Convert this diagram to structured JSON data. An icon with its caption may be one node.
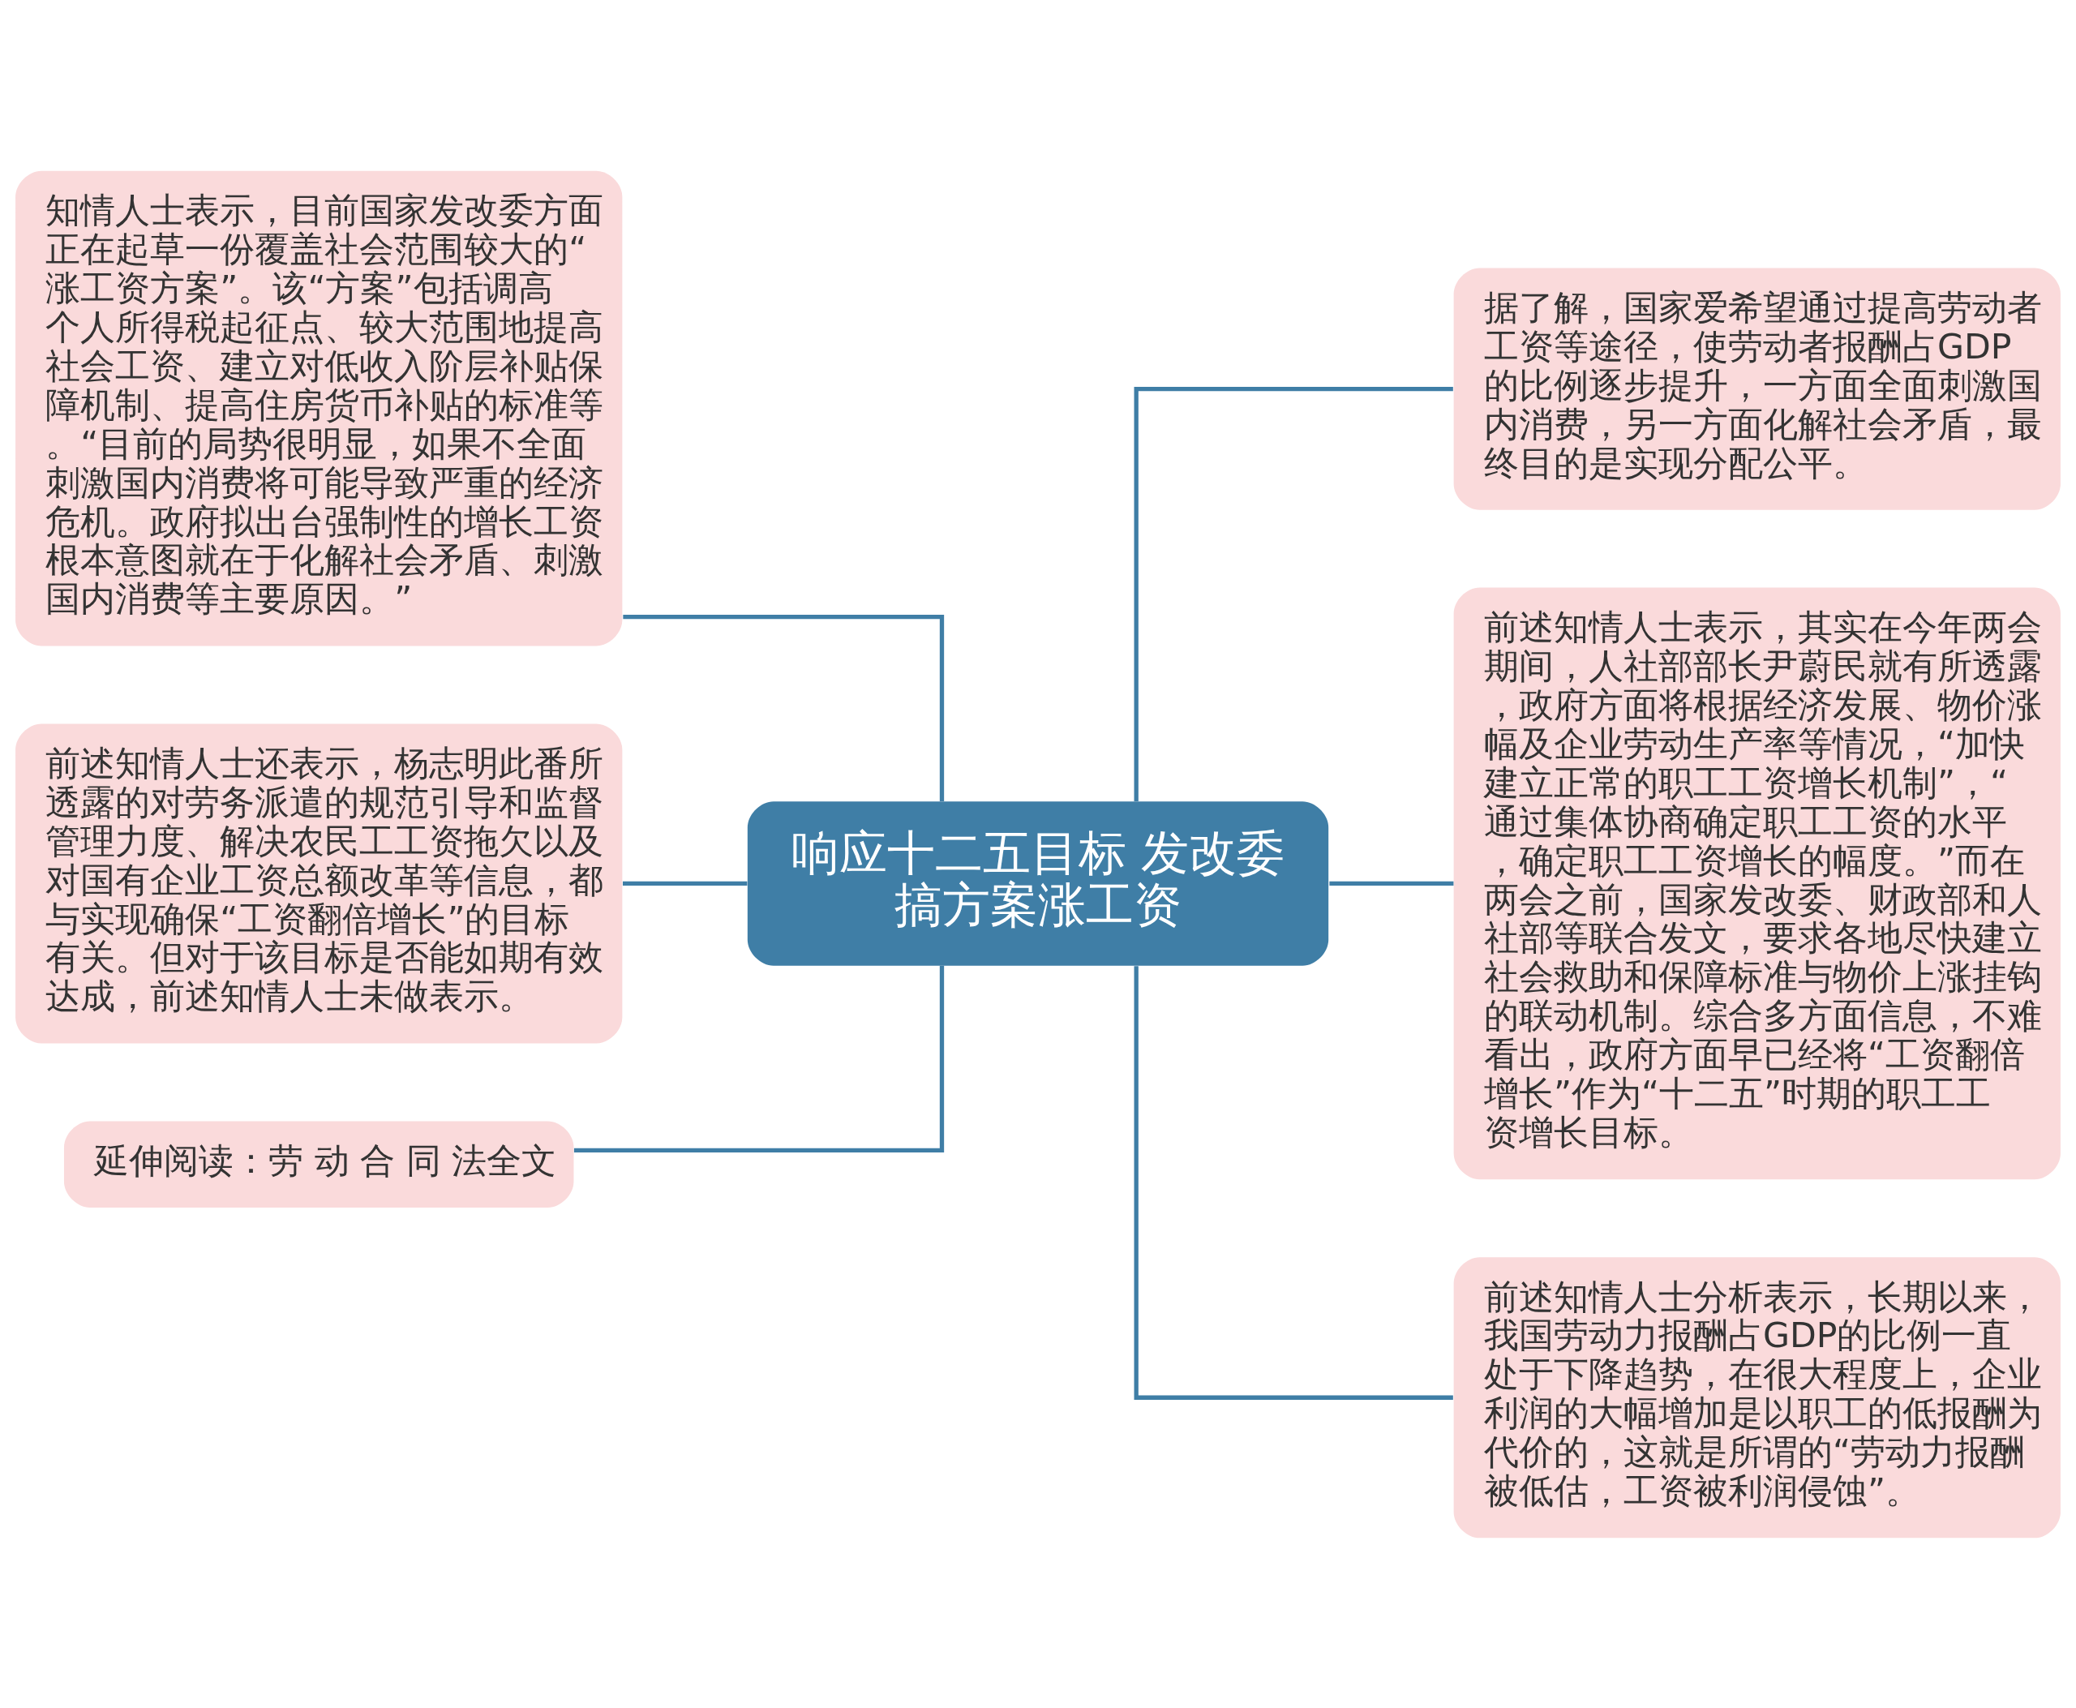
{
  "diagram": {
    "nodes": [
      {
        "text": [
          "响应十二五目标 发改委搞方案涨工资"
        ]
      },
      {
        "text": [
          "知情人士表示，目前国家发改委方面正在起草一份覆盖社会范围较大的“涨工资方案”。该“方案”包括调高个人所得税起征点、较大范围地提高社会工资、建立对低收入阶层补贴保障机制、提高住房货币补贴的标准等。“目前的局势很明显，如果不全面刺激国内消费将可能导致严重的经济危机。政府拟出台强制性的增长工资根本意图就在于化解社会矛盾、刺激国内消费等主要原因。”"
        ]
      },
      {
        "text": [
          "前述知情人士还表示，杨志明此番所透露的对劳务派遣的规范引导和监督管理力度、解决农民工工资拖欠以及对国有企业工资总额改革等信息，都与实现确保“工资翻倍增长”的目标有关。但对于该目标是否能如期有效达成，前述知情人士未做表示。"
        ]
      },
      {
        "text": [
          "延伸阅读：劳 动 合 同 法全文"
        ]
      },
      {
        "text": [
          "据了解，国家爱希望通过提高劳动者工资等途径，使劳动者报酬占GDP的比例逐步提升，一方面全面刺激国内消费，另一方面化解社会矛盾，最终目的是实现分配公平。"
        ]
      },
      {
        "text": [
          "前述知情人士表示，其实在今年两会期间，人社部部长尹蔚民就有所透露，政府方面将根据经济发展、物价涨幅及企业劳动生产率等情况，“加快建立正常的职工工资增长机制”，“ 通过集体协商确定职工工资的水平，确定职工工资增长的幅度。”而在两会之前，国家发改委、财政部和人社部等联合发文，要求各地尽快建立社会救助和保障标准与物价上涨挂钩的联动机制。综合多方面信息，不难看出，政府方面早已经将“工资翻倍增长”作为“十二五”时期的职工工资增长目标。"
        ]
      },
      {
        "text": [
          "前述知情人士分析表示，长期以来，我国劳动力报酬占GDP的比例一直处于下降趋势，在很大程度上，企业利润的大幅增加是以职工的低报酬为代价的，这就是所谓的“劳动力报酬被低估，工资被利润侵蚀”。"
        ]
      }
    ],
    "edges": [
      {
        "from": 1,
        "to": 0,
        "arrow": "none"
      },
      {
        "from": 2,
        "to": 0,
        "arrow": "none"
      },
      {
        "from": 3,
        "to": 0,
        "arrow": "none"
      },
      {
        "from": 0,
        "to": 4,
        "arrow": "none"
      },
      {
        "from": 0,
        "to": 5,
        "arrow": "none"
      },
      {
        "from": 0,
        "to": 6,
        "arrow": "none"
      }
    ]
  }
}
